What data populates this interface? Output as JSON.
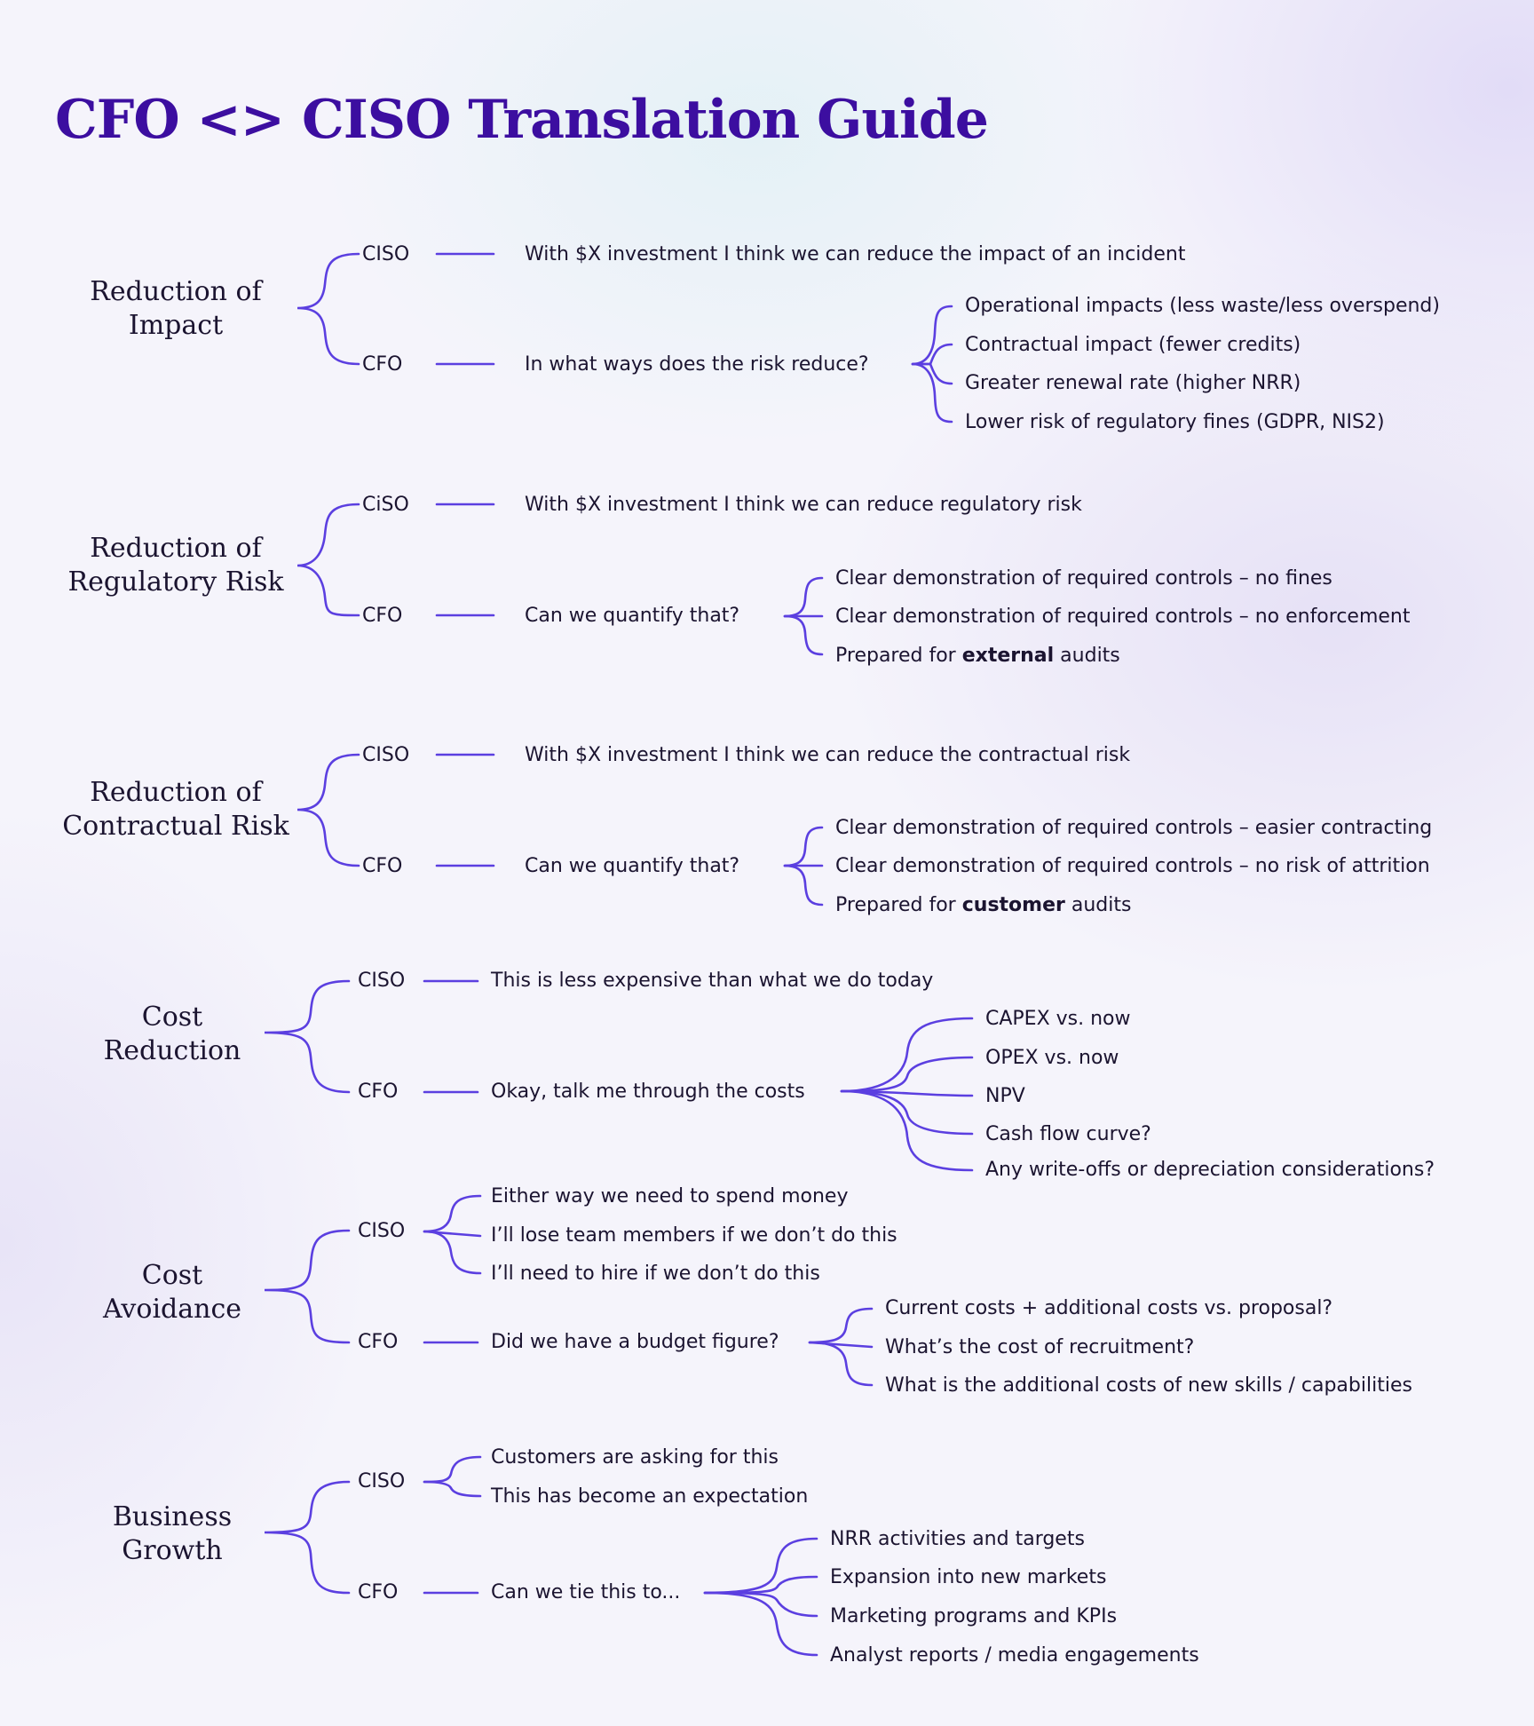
{
  "title": "CFO <> CISO Translation Guide",
  "colors": {
    "title": "#3c0ea0",
    "connector": "#5b3fe0",
    "text": "#1b1430"
  },
  "sections": [
    {
      "category": [
        "Reduction of",
        "Impact"
      ],
      "ciso": {
        "role": "CISO",
        "statements": [
          "With $X investment I think we can reduce the impact of an incident"
        ]
      },
      "cfo": {
        "role": "CFO",
        "question": "In what ways does the risk reduce?",
        "points": [
          "Operational impacts (less waste/less overspend)",
          "Contractual impact (fewer credits)",
          "Greater renewal rate (higher NRR)",
          "Lower risk of regulatory fines (GDPR, NIS2)"
        ]
      }
    },
    {
      "category": [
        "Reduction of",
        "Regulatory Risk"
      ],
      "ciso": {
        "role": "CiSO",
        "statements": [
          "With $X investment I think we can reduce regulatory risk"
        ]
      },
      "cfo": {
        "role": "CFO",
        "question": "Can we quantify that?",
        "points": [
          "Clear demonstration of required controls – no fines",
          "Clear demonstration of required controls – no enforcement",
          {
            "pre": "Prepared for ",
            "bold": "external",
            "post": " audits"
          }
        ]
      }
    },
    {
      "category": [
        "Reduction of",
        "Contractual Risk"
      ],
      "ciso": {
        "role": "CISO",
        "statements": [
          "With $X investment I think we can reduce the contractual risk"
        ]
      },
      "cfo": {
        "role": "CFO",
        "question": "Can we quantify that?",
        "points": [
          "Clear demonstration of required controls – easier contracting",
          "Clear demonstration of required controls – no risk of attrition",
          {
            "pre": "Prepared for ",
            "bold": "customer",
            "post": " audits"
          }
        ]
      }
    },
    {
      "category": [
        "Cost",
        "Reduction"
      ],
      "ciso": {
        "role": "CISO",
        "statements": [
          "This is less expensive than what we do today"
        ]
      },
      "cfo": {
        "role": "CFO",
        "question": "Okay, talk me through the costs",
        "points": [
          "CAPEX vs. now",
          "OPEX vs. now",
          "NPV",
          "Cash flow curve?",
          "Any write-offs or depreciation considerations?"
        ]
      }
    },
    {
      "category": [
        "Cost",
        "Avoidance"
      ],
      "ciso": {
        "role": "CISO",
        "statements": [
          "Either way we need to spend money",
          "I’ll lose team members if we don’t do this",
          "I’ll need to hire if we don’t do this"
        ]
      },
      "cfo": {
        "role": "CFO",
        "question": "Did we have a budget figure?",
        "points": [
          "Current costs + additional costs vs. proposal?",
          "What’s the cost of recruitment?",
          "What is the additional costs of new skills / capabilities"
        ]
      }
    },
    {
      "category": [
        "Business",
        "Growth"
      ],
      "ciso": {
        "role": "CISO",
        "statements": [
          "Customers are asking for this",
          "This has become an expectation"
        ]
      },
      "cfo": {
        "role": "CFO",
        "question": "Can we tie this to...",
        "points": [
          "NRR activities and targets",
          "Expansion into new markets",
          "Marketing programs and KPIs",
          "Analyst reports / media engagements"
        ]
      }
    }
  ]
}
